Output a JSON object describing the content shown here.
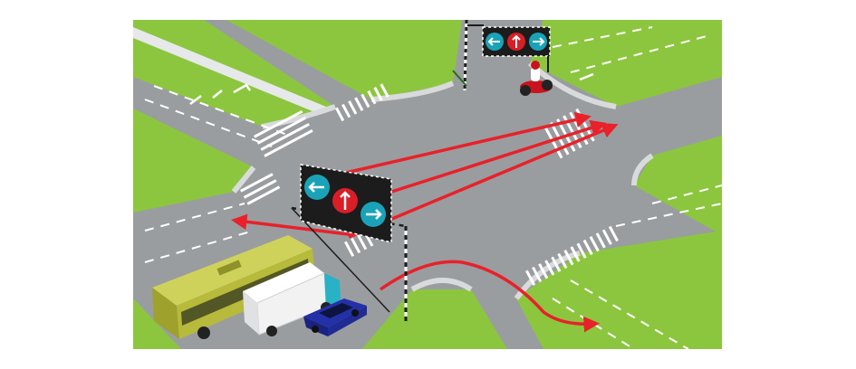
{
  "scene": {
    "kind": "road-intersection-illustration",
    "colors": {
      "background": "#ffffff",
      "grass": "#8cc63f",
      "grass_edge": "#6fa52e",
      "asphalt": "#9a9d9f",
      "asphalt_dark": "#8b8e90",
      "curb": "#d8dadb",
      "lane_marking": "#ffffff",
      "arrow_path": "#e8212a",
      "sign_board": "#1c1c1c",
      "sign_blue_disc": "#1aa3b8",
      "sign_red_disc": "#d81e27",
      "bus_body": "#b7ba3a",
      "truck_body": "#f2f2f2",
      "truck_cab": "#29b1c6",
      "car_body": "#2430a8",
      "motorbike": "#c8141e"
    },
    "near_sign": {
      "icons": [
        "arrow-left-icon",
        "arrow-up-icon",
        "arrow-right-icon"
      ]
    },
    "far_sign": {
      "icons": [
        "arrow-left-icon",
        "arrow-up-icon",
        "arrow-right-icon"
      ]
    },
    "movement_paths": [
      "turn-left",
      "straight",
      "straight",
      "straight",
      "turn-right"
    ],
    "vehicles": [
      "bus",
      "truck",
      "car",
      "motorbike"
    ]
  }
}
